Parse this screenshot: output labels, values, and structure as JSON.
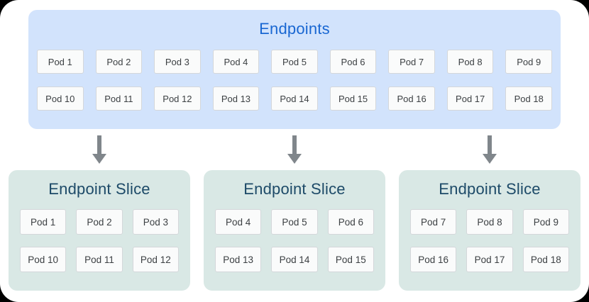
{
  "endpoints": {
    "title": "Endpoints",
    "pods": [
      "Pod 1",
      "Pod 2",
      "Pod 3",
      "Pod 4",
      "Pod 5",
      "Pod 6",
      "Pod 7",
      "Pod 8",
      "Pod 9",
      "Pod 10",
      "Pod 11",
      "Pod 12",
      "Pod 13",
      "Pod 14",
      "Pod 15",
      "Pod 16",
      "Pod 17",
      "Pod 18"
    ]
  },
  "slices": [
    {
      "title": "Endpoint Slice",
      "pods": [
        "Pod 1",
        "Pod 2",
        "Pod 3",
        "Pod 10",
        "Pod 11",
        "Pod 12"
      ]
    },
    {
      "title": "Endpoint Slice",
      "pods": [
        "Pod 4",
        "Pod 5",
        "Pod 6",
        "Pod 13",
        "Pod 14",
        "Pod 15"
      ]
    },
    {
      "title": "Endpoint Slice",
      "pods": [
        "Pod 7",
        "Pod 8",
        "Pod 9",
        "Pod 16",
        "Pod 17",
        "Pod 18"
      ]
    }
  ],
  "colors": {
    "endpoints_bg": "#d2e3fc",
    "endpoints_title": "#1967d2",
    "slice_bg": "#d9e8e5",
    "slice_title": "#1d4a68",
    "pod_bg": "#fafbfb",
    "pod_border": "#d4d7da",
    "pod_text": "#3c4043",
    "arrow": "#80868b"
  }
}
